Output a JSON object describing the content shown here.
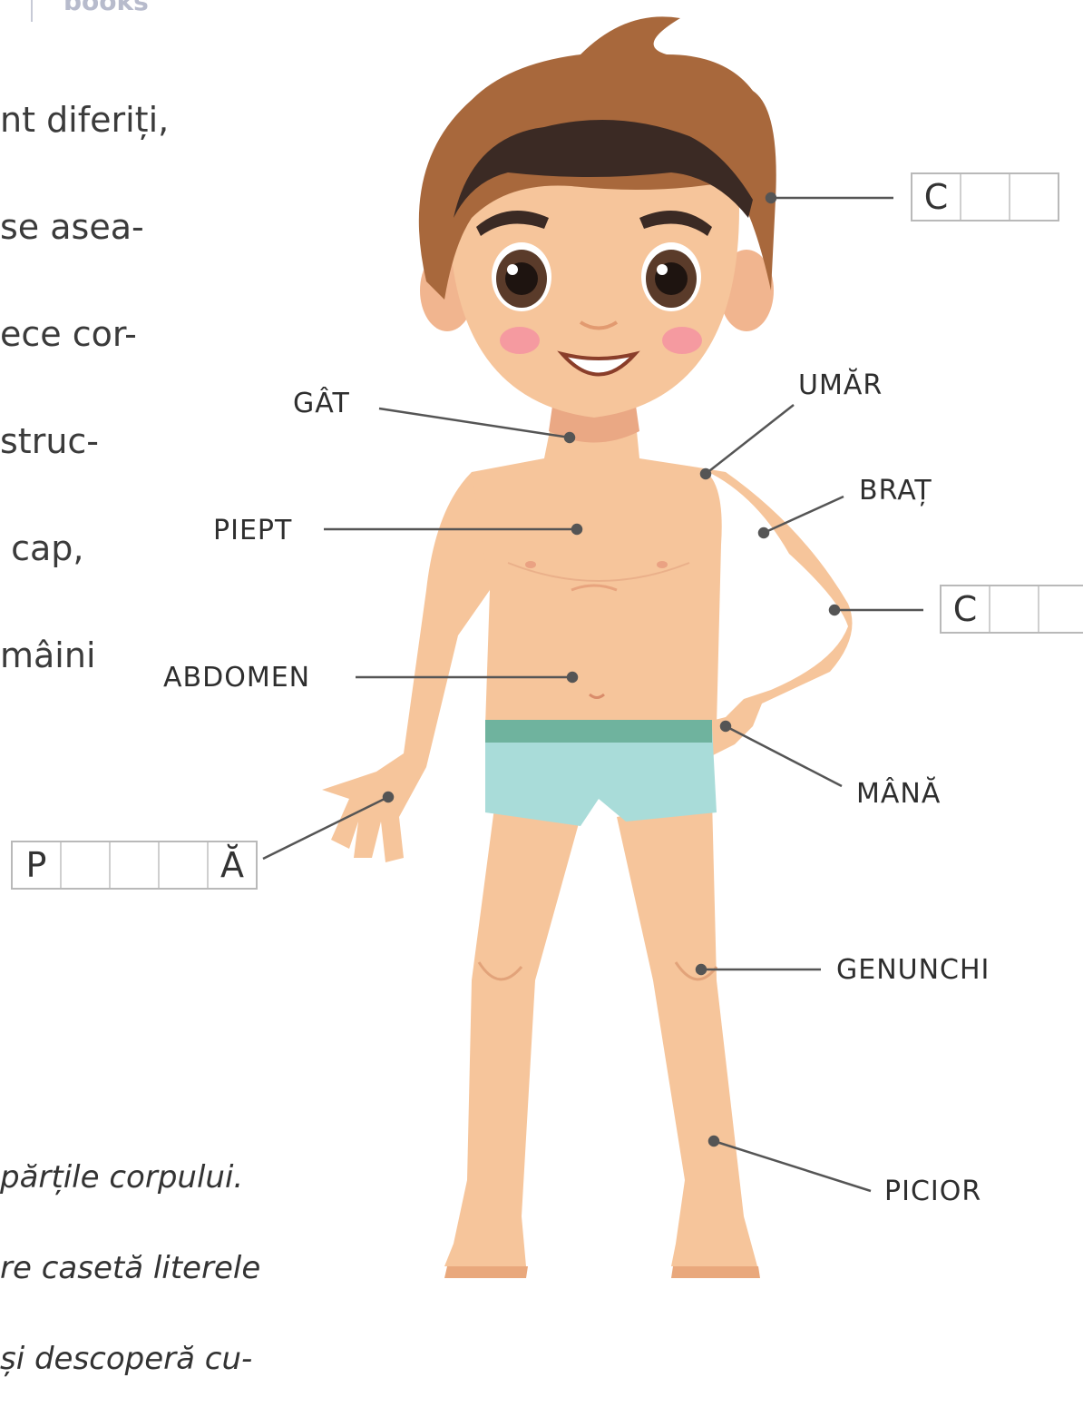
{
  "header": {
    "brand": "books"
  },
  "intro_lines": [
    "nt diferiți,",
    "se asea-",
    "ece cor-",
    "struc-",
    " cap,",
    "mâini"
  ],
  "task_lines": [
    "părțile corpului.",
    "re casetă literele",
    "și descoperă cu-"
  ],
  "labels": {
    "gat": "GÂT",
    "umar": "UMĂR",
    "piept": "PIEPT",
    "brat": "BRAȚ",
    "abdomen": "ABDOMEN",
    "mana": "MÂNĂ",
    "genunchi": "GENUNCHI",
    "picior": "PICIOR"
  },
  "word_boxes": {
    "head": [
      "C",
      "",
      ""
    ],
    "elbow": [
      "C",
      "",
      ""
    ],
    "palm": [
      "P",
      "",
      "",
      "",
      "Ă"
    ]
  },
  "colors": {
    "skin": "#f6c59b",
    "skin_shade": "#e9a87c",
    "hair": "#a8683c",
    "hair_dark": "#3b2a24",
    "shorts": "#a9dcd9",
    "waistband": "#6fb39e",
    "cheek": "#f59aa0",
    "leader": "#555555"
  }
}
